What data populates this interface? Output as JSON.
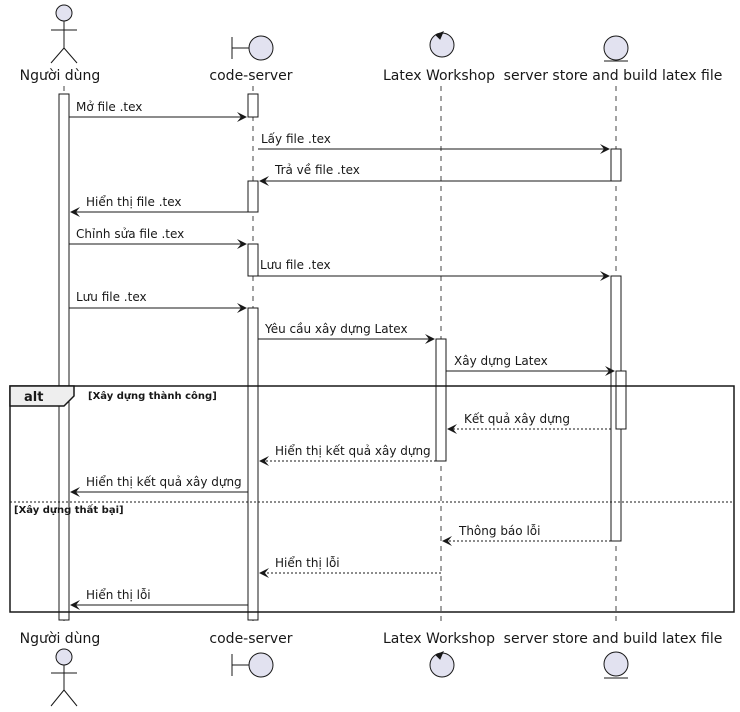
{
  "participants": {
    "user": "Người dùng",
    "code_server": "code-server",
    "latex_workshop": "Latex Workshop",
    "store": "server store and build latex file"
  },
  "messages": [
    {
      "text": "Mở file .tex",
      "style": "solid"
    },
    {
      "text": "Lấy file .tex",
      "style": "solid"
    },
    {
      "text": "Trả về file .tex",
      "style": "solid"
    },
    {
      "text": "Hiển thị file .tex",
      "style": "solid"
    },
    {
      "text": "Chỉnh sửa file .tex",
      "style": "solid"
    },
    {
      "text": "Lưu file .tex",
      "style": "solid"
    },
    {
      "text": "Lưu file .tex",
      "style": "solid"
    },
    {
      "text": "Yêu cầu xây dựng Latex",
      "style": "solid"
    },
    {
      "text": "Xây dựng Latex",
      "style": "solid"
    },
    {
      "text": "Kết quả xây dựng",
      "style": "dashed"
    },
    {
      "text": "Hiển thị kết quả xây dựng",
      "style": "dashed"
    },
    {
      "text": "Hiển thị kết quả xây dựng",
      "style": "solid"
    },
    {
      "text": "Thông báo lỗi",
      "style": "dashed"
    },
    {
      "text": "Hiển thị lỗi",
      "style": "dashed"
    },
    {
      "text": "Hiển thị lỗi",
      "style": "solid"
    }
  ],
  "fragment": {
    "label": "alt",
    "guard_1": "[Xây dựng thành công]",
    "guard_2": "[Xây dựng thất bại]"
  },
  "colors": {
    "actor_fill": "#E2E2F0",
    "line": "#181818",
    "background": "#FFFFFF"
  }
}
